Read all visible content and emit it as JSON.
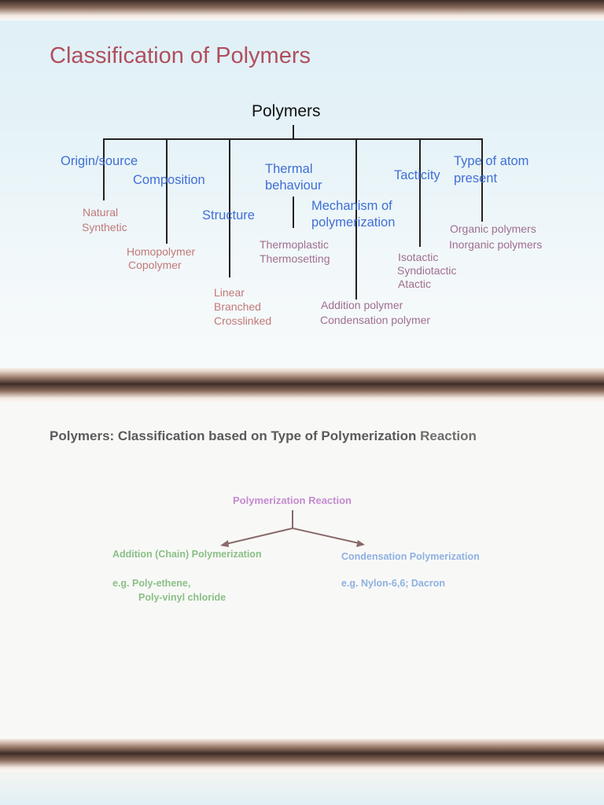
{
  "slide1": {
    "title": "Classification of Polymers",
    "root": "Polymers",
    "categories": {
      "origin": "Origin/source",
      "composition": "Composition",
      "structure": "Structure",
      "thermal_1": "Thermal",
      "thermal_2": "behaviour",
      "mechanism_1": "Mechanism of",
      "mechanism_2": "polymerization",
      "tacticity": "Tacticity",
      "atom_1": "Type of atom",
      "atom_2": "present"
    },
    "leaves": {
      "origin": [
        "Natural",
        "Synthetic"
      ],
      "composition": [
        "Homopolymer",
        "Copolymer"
      ],
      "structure": [
        "Linear",
        "Branched",
        "Crosslinked"
      ],
      "thermal": [
        "Thermoplastic",
        "Thermosetting"
      ],
      "mechanism": [
        "Addition polymer",
        "Condensation polymer"
      ],
      "tacticity": [
        "Isotactic",
        "Syndiotactic",
        "Atactic"
      ],
      "atom": [
        "Organic polymers",
        "Inorganic polymers"
      ]
    }
  },
  "slide2": {
    "title_main": "Polymers: Classification based on Type of Polymerization",
    "title_end": "Reaction",
    "root": "Polymerization Reaction",
    "addition": {
      "label": "Addition (Chain) Polymerization",
      "example_1": "e.g. Poly-ethene,",
      "example_2": "Poly-vinyl chloride"
    },
    "condensation": {
      "label": "Condensation Polymerization",
      "example": "e.g. Nylon-6,6; Dacron"
    }
  }
}
